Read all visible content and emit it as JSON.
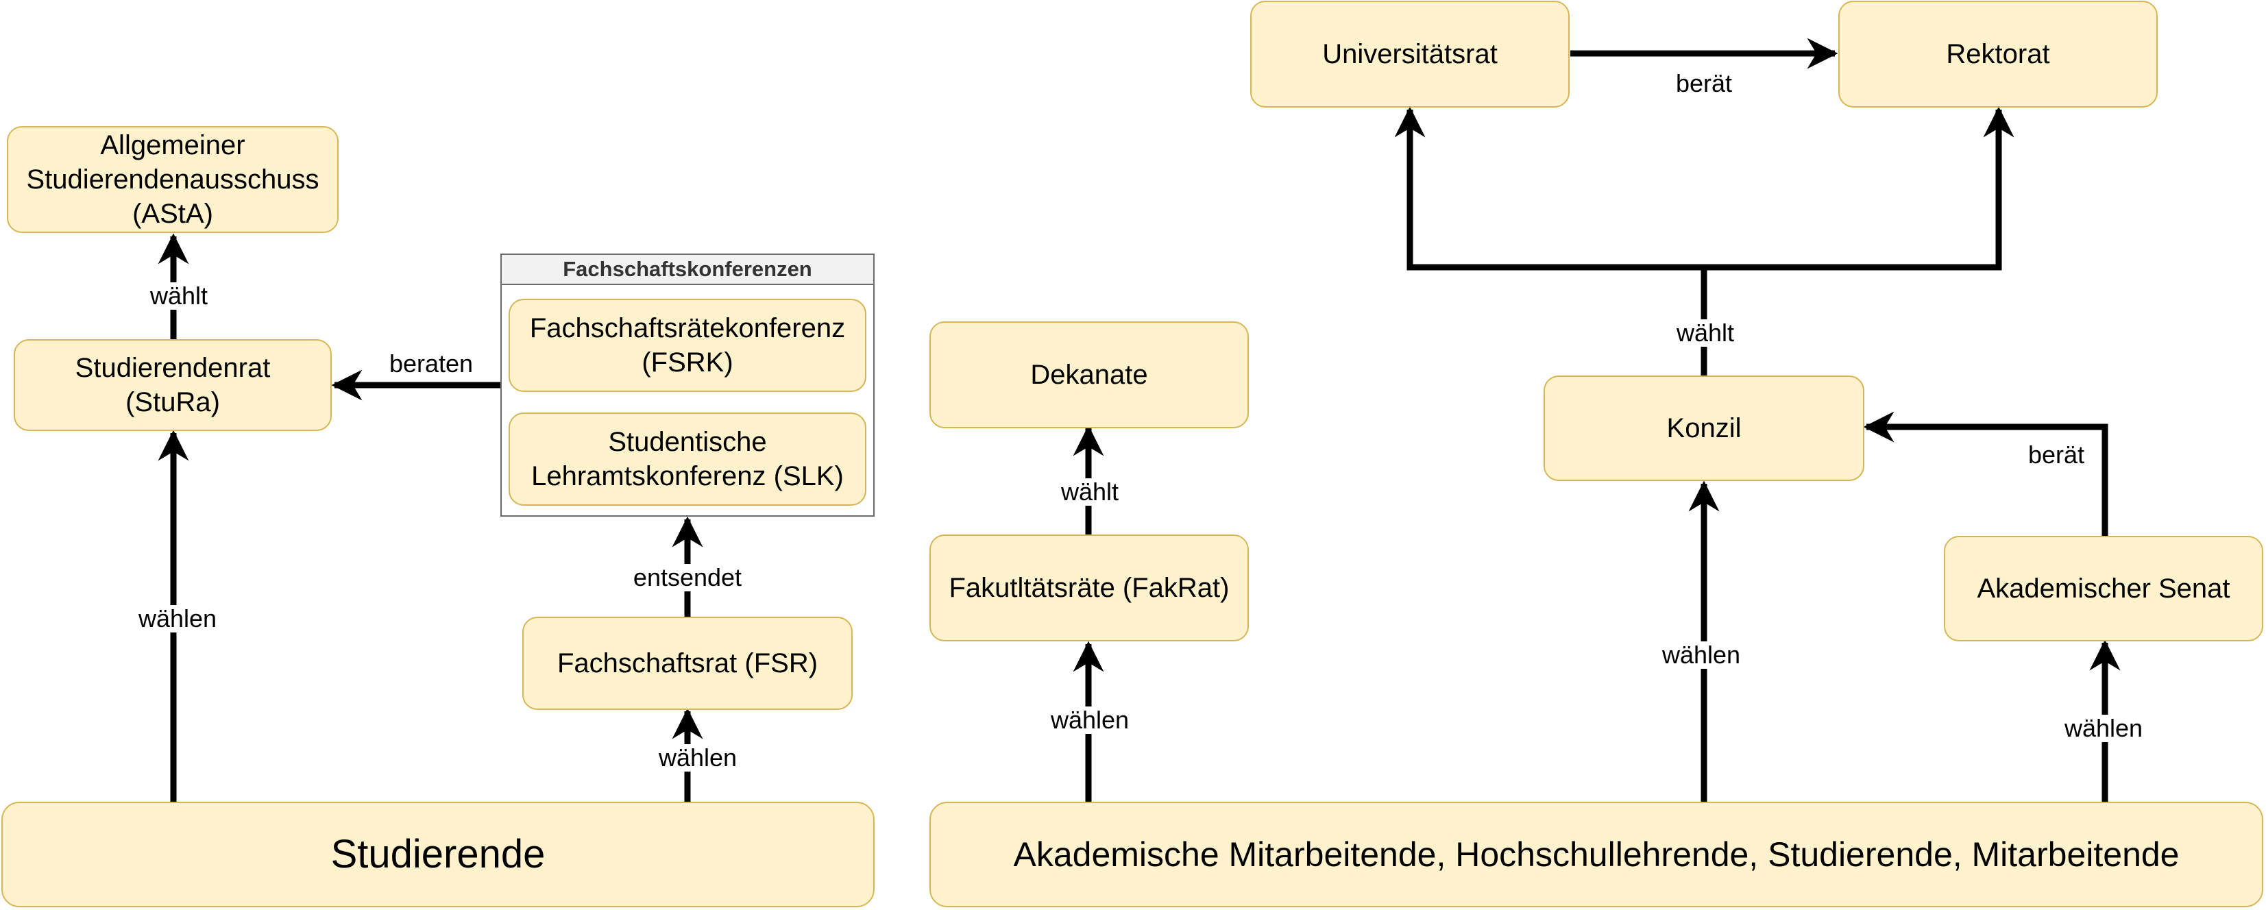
{
  "nodes": {
    "asta": "Allgemeiner\nStudierendenausschuss\n(AStA)",
    "stura": "Studierendenrat\n(StuRa)",
    "fsrk": "Fachschaftsrätekonferenz\n(FSRK)",
    "slk": "Studentische\nLehramtskonferenz (SLK)",
    "fsr": "Fachschaftsrat (FSR)",
    "studierende": "Studierende",
    "dekanate": "Dekanate",
    "fakrat": "Fakutltätsräte (FakRat)",
    "universitaetsrat": "Universitätsrat",
    "rektorat": "Rektorat",
    "konzil": "Konzil",
    "senat": "Akademischer Senat",
    "mitglieder": "Akademische Mitarbeitende, Hochschullehrende, Studierende, Mitarbeitende"
  },
  "groups": {
    "fachschaftskonferenzen": "Fachschaftskonferenzen"
  },
  "edge_labels": {
    "waehlt_asta": "wählt",
    "beraten": "beraten",
    "waehlen_stura": "wählen",
    "entsendet": "entsendet",
    "waehlen_fsr": "wählen",
    "waehlt_dekanate": "wählt",
    "waehlen_fakrat": "wählen",
    "beraet_rektorat": "berät",
    "waehlt_konzil": "wählt",
    "beraet_konzil": "berät",
    "waehlen_konzil": "wählen",
    "waehlen_senat": "wählen"
  },
  "colors": {
    "node_fill": "#fff2cc",
    "node_border": "#d6b656",
    "edge": "#000000"
  }
}
